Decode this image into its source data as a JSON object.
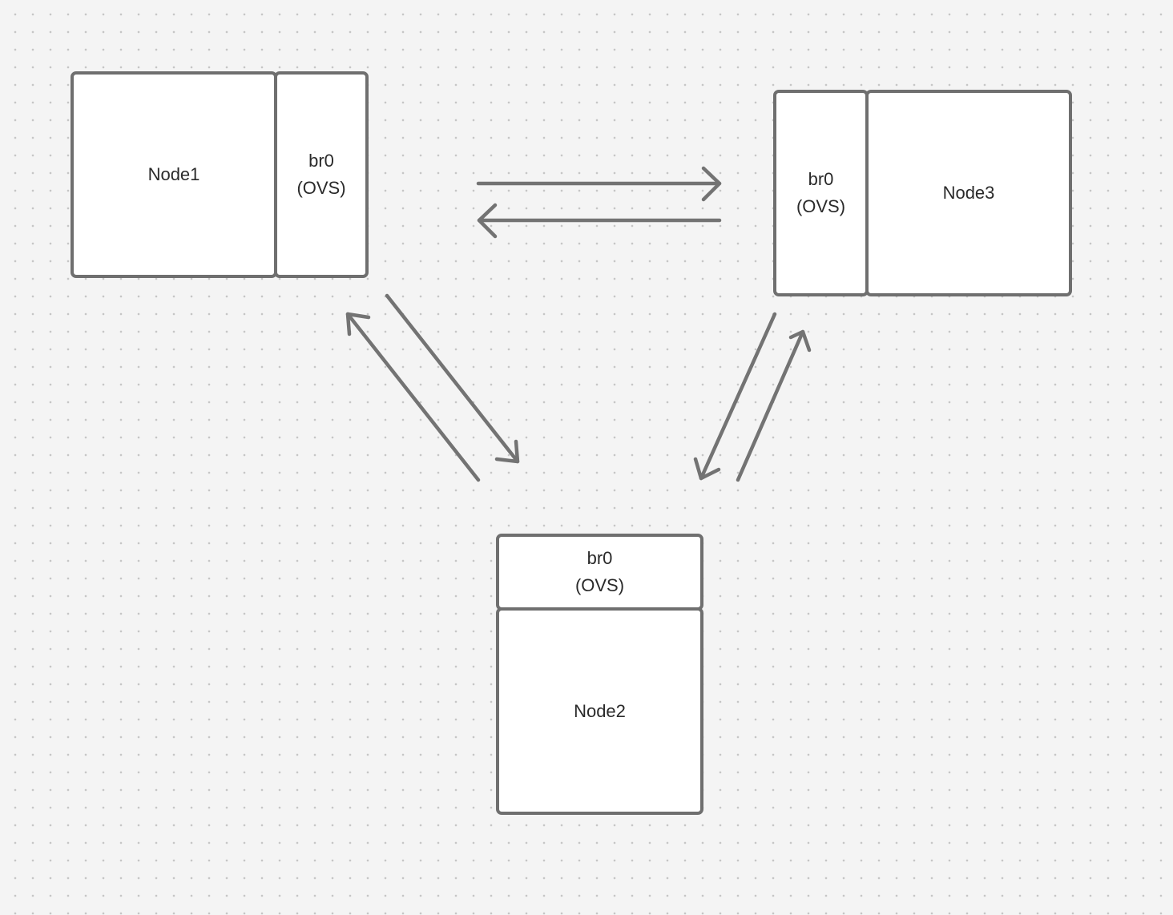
{
  "diagram": {
    "nodes": [
      {
        "id": "node1",
        "label": "Node1"
      },
      {
        "id": "node2",
        "label": "Node2"
      },
      {
        "id": "node3",
        "label": "Node3"
      }
    ],
    "bridges": [
      {
        "id": "br-node1",
        "label": "br0\n(OVS)",
        "attached_to": "node1"
      },
      {
        "id": "br-node2",
        "label": "br0\n(OVS)",
        "attached_to": "node2"
      },
      {
        "id": "br-node3",
        "label": "br0\n(OVS)",
        "attached_to": "node3"
      }
    ],
    "edges": [
      {
        "from": "node1",
        "to": "node3"
      },
      {
        "from": "node3",
        "to": "node1"
      },
      {
        "from": "node1",
        "to": "node2"
      },
      {
        "from": "node2",
        "to": "node1"
      },
      {
        "from": "node3",
        "to": "node2"
      },
      {
        "from": "node2",
        "to": "node3"
      }
    ]
  }
}
